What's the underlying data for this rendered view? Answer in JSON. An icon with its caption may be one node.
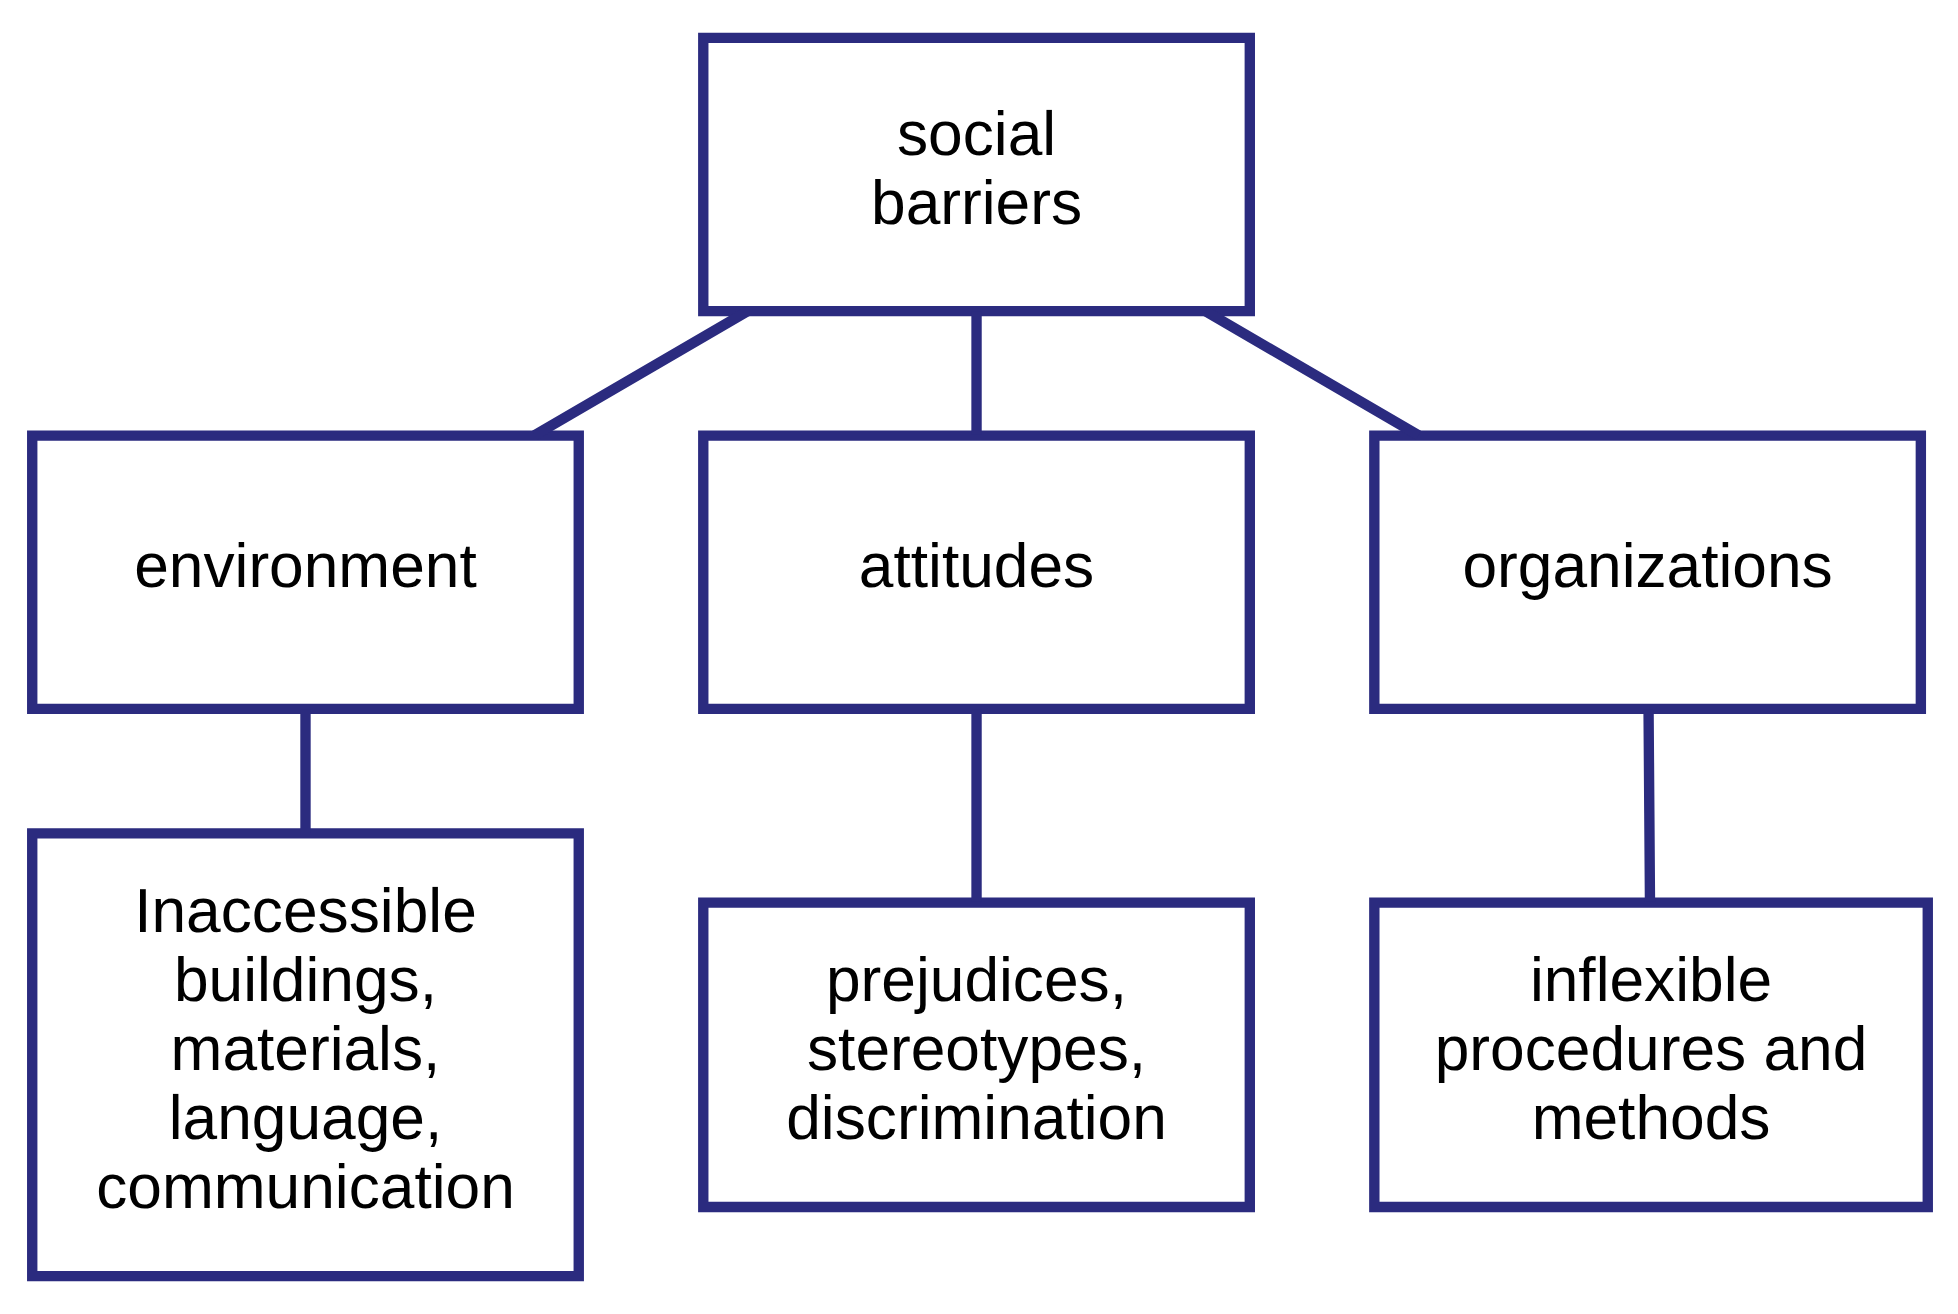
{
  "diagram": {
    "nodes": [
      {
        "text": [
          "social barriers"
        ]
      },
      {
        "text": [
          "environment"
        ]
      },
      {
        "text": [
          "attitudes"
        ]
      },
      {
        "text": [
          "organizations"
        ]
      },
      {
        "text": [
          "Inaccessible buildings, materials, language, communication"
        ]
      },
      {
        "text": [
          "prejudices, stereotypes, discrimination"
        ]
      },
      {
        "text": [
          "inflexible procedures and methods"
        ]
      }
    ],
    "edges": [
      {
        "from": 0,
        "to": 1,
        "arrow": "none"
      },
      {
        "from": 0,
        "to": 2,
        "arrow": "none"
      },
      {
        "from": 0,
        "to": 3,
        "arrow": "none"
      },
      {
        "from": 1,
        "to": 4,
        "arrow": "none"
      },
      {
        "from": 2,
        "to": 5,
        "arrow": "none"
      },
      {
        "from": 3,
        "to": 6,
        "arrow": "none"
      }
    ]
  }
}
